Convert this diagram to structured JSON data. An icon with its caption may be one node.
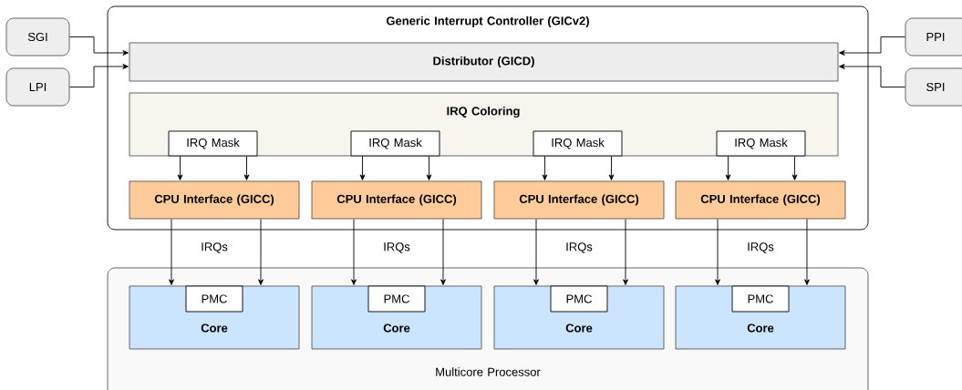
{
  "diagram": {
    "nodes": [
      {
        "text": [
          "SGI"
        ]
      },
      {
        "text": [
          "LPI"
        ]
      },
      {
        "text": [
          "PPI"
        ]
      },
      {
        "text": [
          "SPI"
        ]
      },
      {
        "text": [
          "Generic Interrupt Controller (GICv2)"
        ]
      },
      {
        "text": [
          "Distributor (GICD)"
        ],
        "in": 4
      },
      {
        "text": [
          "IRQ Coloring"
        ],
        "in": 4
      },
      {
        "text": [
          "IRQ Mask"
        ],
        "in": 6
      },
      {
        "text": [
          "IRQ Mask"
        ],
        "in": 6
      },
      {
        "text": [
          "IRQ Mask"
        ],
        "in": 6
      },
      {
        "text": [
          "IRQ Mask"
        ],
        "in": 6
      },
      {
        "text": [
          "CPU Interface (GICC)"
        ],
        "in": 4
      },
      {
        "text": [
          "CPU Interface (GICC)"
        ],
        "in": 4
      },
      {
        "text": [
          "CPU Interface (GICC)"
        ],
        "in": 4
      },
      {
        "text": [
          "CPU Interface (GICC)"
        ],
        "in": 4
      },
      {
        "text": [
          "Multicore Processor"
        ]
      },
      {
        "text": [
          "Core"
        ],
        "in": 15
      },
      {
        "text": [
          "PMC"
        ],
        "in": 16
      },
      {
        "text": [
          "Core"
        ],
        "in": 15
      },
      {
        "text": [
          "PMC"
        ],
        "in": 18
      },
      {
        "text": [
          "Core"
        ],
        "in": 15
      },
      {
        "text": [
          "PMC"
        ],
        "in": 20
      },
      {
        "text": [
          "Core"
        ],
        "in": 15
      },
      {
        "text": [
          "PMC"
        ],
        "in": 22
      }
    ],
    "edges": [
      {
        "from": 0,
        "to": 5,
        "arrow": "to"
      },
      {
        "from": 1,
        "to": 5,
        "arrow": "to"
      },
      {
        "from": 2,
        "to": 5,
        "arrow": "to"
      },
      {
        "from": 3,
        "to": 5,
        "arrow": "to"
      },
      {
        "from": 7,
        "to": 11,
        "arrow": "to"
      },
      {
        "from": 7,
        "to": 11,
        "arrow": "to"
      },
      {
        "from": 8,
        "to": 12,
        "arrow": "to"
      },
      {
        "from": 8,
        "to": 12,
        "arrow": "to"
      },
      {
        "from": 9,
        "to": 13,
        "arrow": "to"
      },
      {
        "from": 9,
        "to": 13,
        "arrow": "to"
      },
      {
        "from": 10,
        "to": 14,
        "arrow": "to"
      },
      {
        "from": 10,
        "to": 14,
        "arrow": "to"
      },
      {
        "from": 11,
        "to": 16,
        "arrow": "to"
      },
      {
        "from": 11,
        "to": 16,
        "arrow": "to"
      },
      {
        "from": 12,
        "to": 18,
        "arrow": "to"
      },
      {
        "from": 12,
        "to": 18,
        "arrow": "to"
      },
      {
        "from": 13,
        "to": 20,
        "arrow": "to"
      },
      {
        "from": 13,
        "to": 20,
        "arrow": "to"
      },
      {
        "from": 14,
        "to": 22,
        "arrow": "to"
      },
      {
        "from": 14,
        "to": 22,
        "arrow": "to"
      }
    ],
    "labels": [
      "IRQs",
      "IRQs",
      "IRQs",
      "IRQs"
    ]
  }
}
